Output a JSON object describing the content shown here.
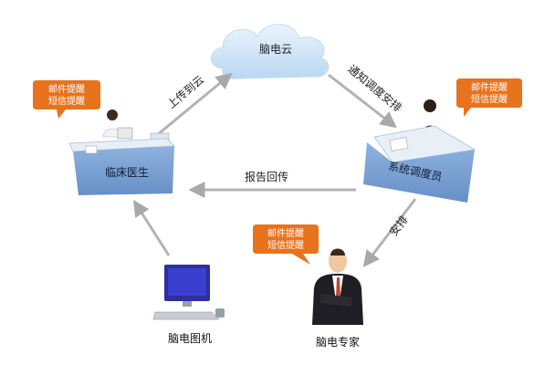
{
  "cloud": {
    "label": "脑电云"
  },
  "clinician": {
    "label": "临床医生",
    "bubble_line1": "邮件提醒",
    "bubble_line2": "短信提醒"
  },
  "dispatcher": {
    "label": "系统调度员",
    "bubble_line1": "邮件提醒",
    "bubble_line2": "短信提醒"
  },
  "expert": {
    "label": "脑电专家",
    "bubble_line1": "邮件提醒",
    "bubble_line2": "短信提醒"
  },
  "eeg_machine": {
    "label": "脑电图机"
  },
  "arrows": {
    "upload": "上传到云",
    "notify": "通知调度安排",
    "report": "报告回传",
    "arrange": "安排"
  },
  "colors": {
    "bubble": "#e8731d",
    "desk_front": "#7aa3d4",
    "desk_top": "#d9e6f4",
    "cloud": "#d3e7f8",
    "arrow": "#b3b3b3"
  }
}
